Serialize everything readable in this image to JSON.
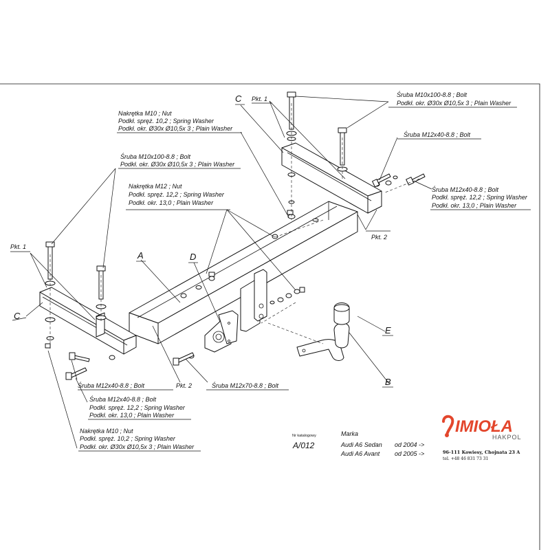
{
  "callouts": {
    "top_bolt_pair": [
      "Śruba M10x100-8.8  ;  Bolt",
      "Podkł. okr.  Ø30x Ø10,5x 3 ; Plain Washer"
    ],
    "top_nut": [
      "Nakrętka  M10 ; Nut",
      "Podkł. spręż. 10,2 ; Spring Washer",
      "Podkł. okr.  Ø30x Ø10,5x 3 ; Plain Washer"
    ],
    "top_right_bolt": [
      "Śruba M12x40-8.8   ;  Bolt"
    ],
    "right_bolt_set": [
      "Śruba M12x40-8.8   ; Bolt",
      "Podkł. spręż. 12,2 ; Spring Washer",
      "Podkł. okr. 13,0 ;  Plain Washer"
    ],
    "left_bolt_pair": [
      "Śruba M10x100-8.8   ;  Bolt",
      "Podkł. okr.  Ø30x Ø10,5x 3 ; Plain Washer"
    ],
    "mid_nut": [
      "Nakrętka  M12 ; Nut",
      "Podkł. spręż. 12,2 ; Spring Washer",
      "Podkł. okr. 13,0 ;  Plain Washer"
    ],
    "bottom_bolt": [
      "Śruba M12x40-8.8   ;  Bolt"
    ],
    "bottom_bolt_set": [
      "Śruba M12x40-8.8   ;  Bolt",
      "Podkł. spręż. 12,2 ; Spring Washer",
      "Podkł. okr. 13,0 ;  Plain Washer"
    ],
    "bottom_nut": [
      "Nakrętka  M10 ; Nut",
      "Podkł. spręż. 10,2 ; Spring Washer",
      "Podkł. okr.  Ø30x Ø10,5x 3 ; Plain Washer"
    ],
    "center_bolt": [
      "Śruba M12x70-8.8   ;  Bolt"
    ]
  },
  "points": {
    "pkt1": "Pkt. 1",
    "pkt2": "Pkt. 2"
  },
  "letters": {
    "a": "A",
    "b": "B",
    "c": "C",
    "d": "D",
    "e": "E"
  },
  "info": {
    "catalog_label": "Nr katalogowy",
    "catalog_no": "A/012",
    "brand_label": "Marka",
    "models": [
      {
        "name": "Audi A6 Sedan",
        "from": "od 2004 ->"
      },
      {
        "name": "Audi A6 Avant",
        "from": "od 2005 ->"
      }
    ]
  },
  "company": {
    "logo": "IMIOŁA",
    "sub": "HAKPOL",
    "address": "96-111 Kowiesy, Chojnata 23 A",
    "phone": "tel. +48 46 831 73 31"
  }
}
